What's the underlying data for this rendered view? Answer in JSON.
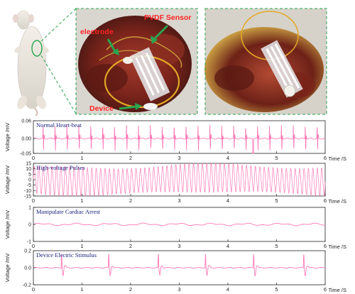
{
  "top_images": {
    "left_photo": {
      "labels": [
        "electrode",
        "PVDF Sensor",
        "Device"
      ]
    },
    "right_photo": {}
  },
  "colors": {
    "trace": "#ff79b7",
    "axis": "#222222",
    "title": "#1a237e",
    "label_red": "#ff2323",
    "arrow_green": "#2aa44f",
    "dash_green": "#2aa44f"
  },
  "chart_data": [
    {
      "type": "line",
      "title": "Normal Heart-beat",
      "xlabel": "Time /S",
      "ylabel": "Voltage /mV",
      "xlim": [
        0,
        6
      ],
      "ylim": [
        -0.05,
        0.06
      ],
      "x_ticks": [
        "0",
        "1",
        "2",
        "3",
        "4",
        "5",
        "6"
      ],
      "y_ticks": [
        "0.06",
        "0.00",
        "-0.05"
      ]
    },
    {
      "type": "line",
      "title": "High-voltage Pulses",
      "xlabel": "Time /S",
      "ylabel": "Voltage /mV",
      "xlim": [
        0,
        6
      ],
      "ylim": [
        -15,
        15
      ],
      "x_ticks": [
        "0",
        "1",
        "2",
        "3",
        "4",
        "5",
        "6"
      ],
      "y_ticks": [
        "15",
        "10",
        "5",
        "0",
        "-5",
        "-10",
        "-15"
      ]
    },
    {
      "type": "line",
      "title": "Manipulate Cardiac Arrest",
      "xlabel": "Time /S",
      "ylabel": "Voltage /mV",
      "xlim": [
        0,
        6
      ],
      "ylim": [
        -1,
        1
      ],
      "x_ticks": [
        "0",
        "1",
        "2",
        "3",
        "4",
        "5",
        "6"
      ],
      "y_ticks": [
        "1",
        "0",
        "-1"
      ]
    },
    {
      "type": "line",
      "title": "Device Electric Stimulus",
      "xlabel": "Time /S",
      "ylabel": "Voltage /mV",
      "xlim": [
        0,
        6
      ],
      "ylim": [
        -0.2,
        0.2
      ],
      "x_ticks": [
        "0",
        "1",
        "2",
        "3",
        "4",
        "5",
        "6"
      ],
      "y_ticks": [
        "0.2",
        "0.0",
        "-0.2"
      ]
    }
  ]
}
